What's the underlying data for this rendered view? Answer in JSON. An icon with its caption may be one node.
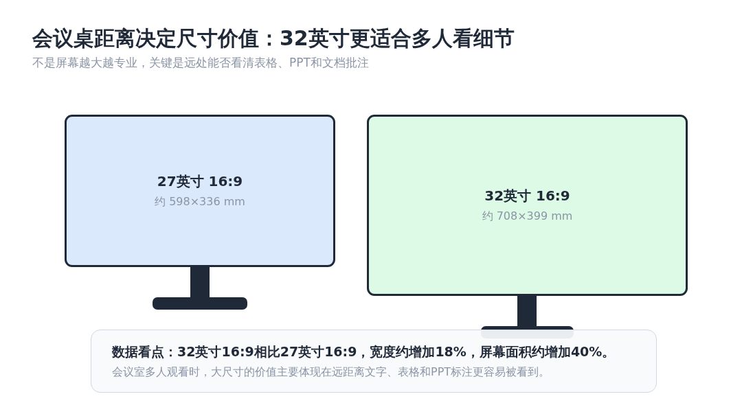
{
  "diagram": {
    "title": "会议桌距离决定尺寸价值：32英寸更适合多人看细节",
    "nodes": [
      {
        "text": [
          "27英寸 16:9",
          "约 598×336 mm"
        ]
      },
      {
        "text": [
          "32英寸 16:9",
          "约 708×399 mm"
        ]
      },
      {
        "text": [
          "数据看点：32英寸16:9相比27英寸16:9，宽度约增加18%，屏幕面积约增加40%。",
          "会议室多人观看时，大尺寸的价值主要体现在远距离文字、表格和PPT标注更容易被看到。"
        ]
      }
    ],
    "labels": [
      "不是屏幕越大越专业，关键是远处能否看清表格、PPT和文档批注"
    ]
  }
}
